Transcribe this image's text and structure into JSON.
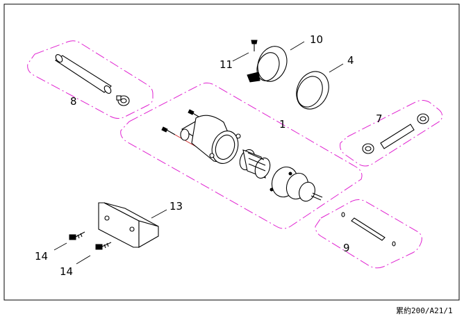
{
  "callouts": {
    "c1": "1",
    "c4": "4",
    "c7": "7",
    "c8": "8",
    "c9": "9",
    "c10": "10",
    "c11": "11",
    "c13": "13",
    "c14a": "14",
    "c14b": "14"
  },
  "footer_code": "累約200/A21/1",
  "colors": {
    "frame": "#000000",
    "group_outline": "#e020d0",
    "wire": "#cc2020"
  }
}
